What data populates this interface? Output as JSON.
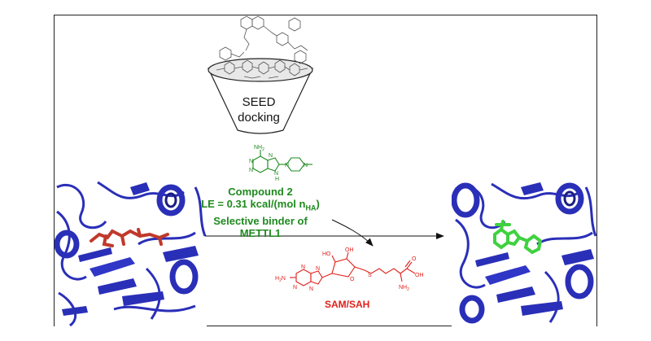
{
  "funnel": {
    "line1": "SEED",
    "line2": "docking"
  },
  "compound": {
    "name": "Compound 2",
    "le_prefix": "LE = 0.31 kcal/(mol n",
    "le_sub": "HA",
    "le_suffix": ")",
    "selectivity": "Selective binder of METTL1",
    "atoms": {
      "nh2": "NH",
      "nh2_sub": "2",
      "n1": "N",
      "n2": "N",
      "n3": "N",
      "n4": "N",
      "nh": "N",
      "h": "H",
      "n5": "N",
      "n6": "N"
    }
  },
  "sam": {
    "label": "SAM/SAH",
    "atoms": {
      "h2n": "H",
      "h2n_sub": "2",
      "h2n_n": "N",
      "ho1": "HO",
      "oh1": "OH",
      "o_ring": "O",
      "s": "S",
      "o_acid": "O",
      "oh_acid": "OH",
      "nh2": "NH",
      "nh2_sub": "2",
      "n_a": "N",
      "n_b": "N",
      "n_c": "N",
      "n_d": "N"
    }
  },
  "colors": {
    "protein": "#2a2fb8",
    "protein_dark": "#1a1d80",
    "ligand_red": "#c0392b",
    "ligand_green": "#3fd13f",
    "compound_green": "#1f8a1f",
    "sam_red": "#e0201b"
  }
}
